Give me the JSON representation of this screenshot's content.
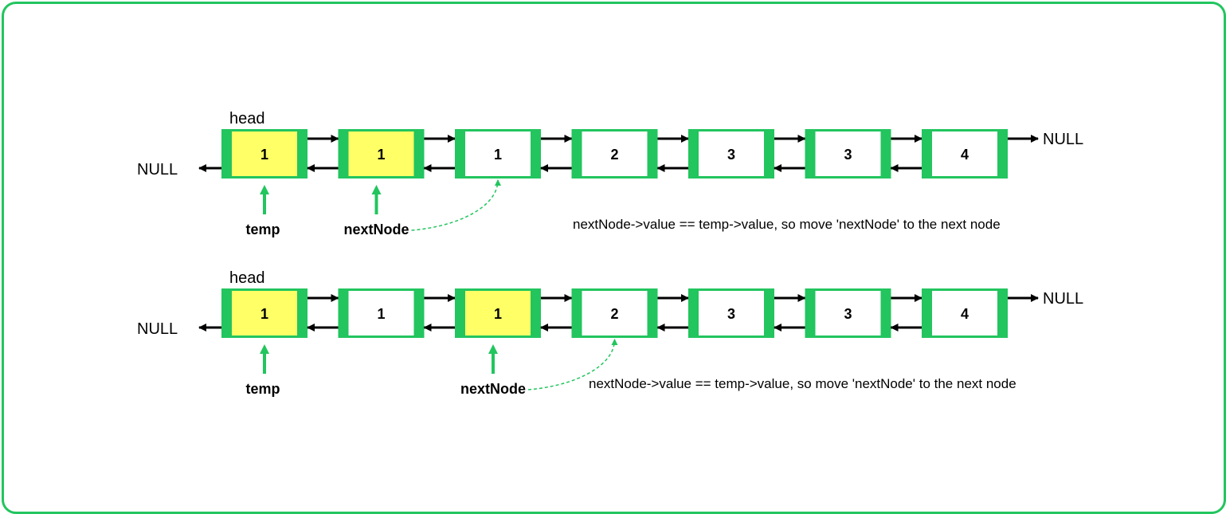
{
  "colors": {
    "border": "#22c55e",
    "node_side": "#22c55e",
    "highlight": "#ffff66",
    "node_fill": "#ffffff",
    "arrow": "#000000",
    "pointer_arrow": "#22c55e"
  },
  "null_label": "NULL",
  "rows": [
    {
      "head_label": "head",
      "nodes": [
        {
          "value": "1",
          "highlighted": true
        },
        {
          "value": "1",
          "highlighted": true
        },
        {
          "value": "1",
          "highlighted": false
        },
        {
          "value": "2",
          "highlighted": false
        },
        {
          "value": "3",
          "highlighted": false
        },
        {
          "value": "3",
          "highlighted": false
        },
        {
          "value": "4",
          "highlighted": false
        }
      ],
      "temp_label": "temp",
      "temp_index": 0,
      "next_label": "nextNode",
      "next_index": 1,
      "dashed_target_index": 2,
      "caption": "nextNode->value == temp->value, so move 'nextNode' to the next node"
    },
    {
      "head_label": "head",
      "nodes": [
        {
          "value": "1",
          "highlighted": true
        },
        {
          "value": "1",
          "highlighted": false
        },
        {
          "value": "1",
          "highlighted": true
        },
        {
          "value": "2",
          "highlighted": false
        },
        {
          "value": "3",
          "highlighted": false
        },
        {
          "value": "3",
          "highlighted": false
        },
        {
          "value": "4",
          "highlighted": false
        }
      ],
      "temp_label": "temp",
      "temp_index": 0,
      "next_label": "nextNode",
      "next_index": 2,
      "dashed_target_index": 3,
      "caption": "nextNode->value == temp->value, so move 'nextNode' to the next node"
    }
  ]
}
